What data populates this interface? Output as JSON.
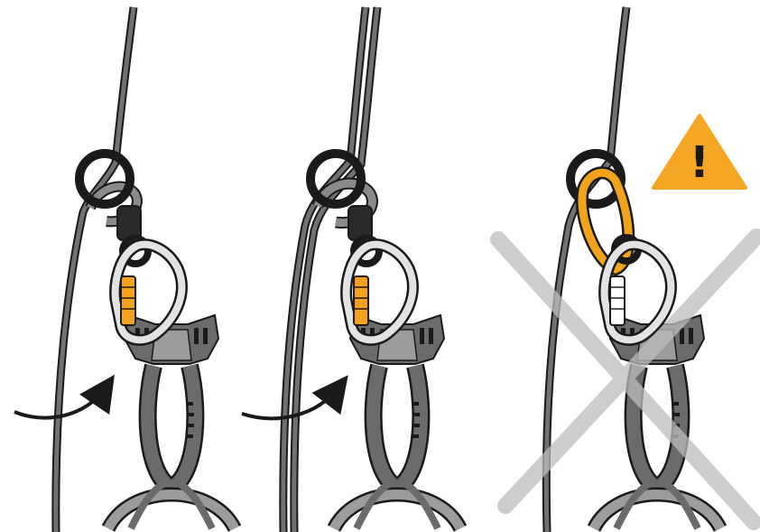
{
  "panels": [
    {
      "id": "panel-1",
      "variant": "correct",
      "rope": "single-strand"
    },
    {
      "id": "panel-2",
      "variant": "correct",
      "rope": "double-strand"
    },
    {
      "id": "panel-3",
      "variant": "incorrect",
      "rope": "single-strand"
    }
  ],
  "warning": {
    "symbol": "!",
    "icon": "warning-triangle-icon"
  },
  "colors": {
    "rope": "#6f7173",
    "rope_outline": "#1a1a1a",
    "ring": "#1a1a1a",
    "gate": "#f2a31b",
    "gate_white": "#ffffff",
    "carabiner_fill": "#e3e3e3",
    "harness": "#6b6b6b",
    "harness_light": "#9c9c9c",
    "warning_fill": "#f5a623",
    "cross": "#bdbdbd"
  }
}
